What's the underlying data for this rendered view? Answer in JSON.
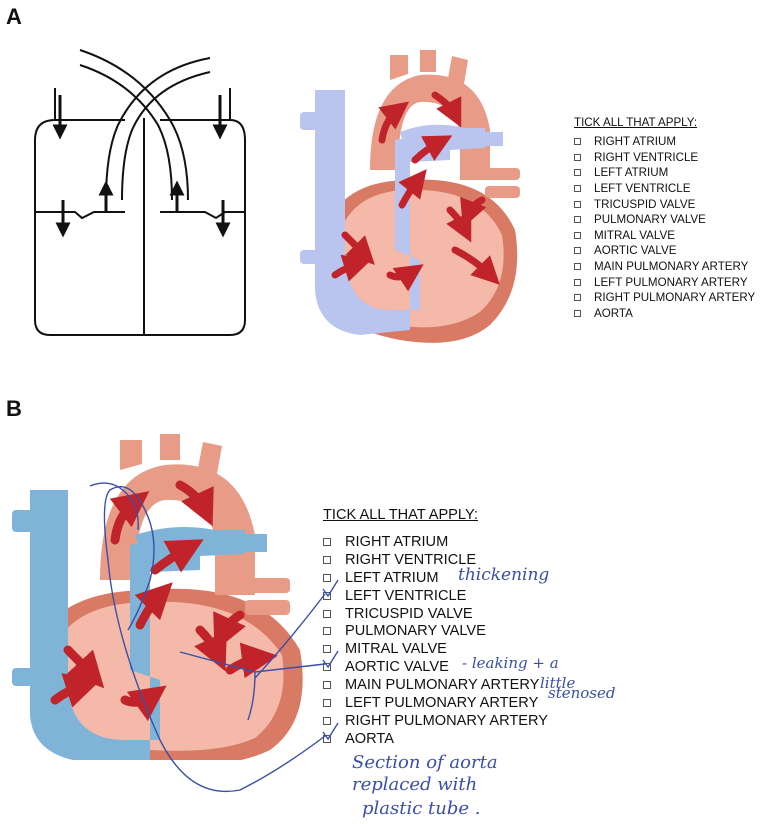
{
  "panel_labels": {
    "a": "A",
    "b": "B"
  },
  "panel_a": {
    "checklist_title": "TICK ALL THAT APPLY:",
    "items": [
      {
        "label": "RIGHT ATRIUM",
        "checked": false
      },
      {
        "label": "RIGHT VENTRICLE",
        "checked": false
      },
      {
        "label": "LEFT ATRIUM",
        "checked": false
      },
      {
        "label": "LEFT VENTRICLE",
        "checked": false
      },
      {
        "label": "TRICUSPID VALVE",
        "checked": false
      },
      {
        "label": "PULMONARY VALVE",
        "checked": false
      },
      {
        "label": "MITRAL VALVE",
        "checked": false
      },
      {
        "label": "AORTIC VALVE",
        "checked": false
      },
      {
        "label": "MAIN PULMONARY ARTERY",
        "checked": false
      },
      {
        "label": "LEFT PULMONARY ARTERY",
        "checked": false
      },
      {
        "label": "RIGHT PULMONARY ARTERY",
        "checked": false
      },
      {
        "label": "AORTA",
        "checked": false
      }
    ]
  },
  "panel_b": {
    "checklist_title": "TICK ALL THAT APPLY:",
    "items": [
      {
        "label": "RIGHT ATRIUM",
        "checked": false
      },
      {
        "label": "RIGHT VENTRICLE",
        "checked": false
      },
      {
        "label": "LEFT ATRIUM",
        "checked": false
      },
      {
        "label": "LEFT VENTRICLE",
        "checked": true
      },
      {
        "label": "TRICUSPID VALVE",
        "checked": false
      },
      {
        "label": "PULMONARY VALVE",
        "checked": false
      },
      {
        "label": "MITRAL VALVE",
        "checked": false
      },
      {
        "label": "AORTIC VALVE",
        "checked": true
      },
      {
        "label": "MAIN PULMONARY ARTERY",
        "checked": false
      },
      {
        "label": "LEFT PULMONARY ARTERY",
        "checked": false
      },
      {
        "label": "RIGHT PULMONARY ARTERY",
        "checked": false
      },
      {
        "label": "AORTA",
        "checked": true
      }
    ],
    "handwritten": {
      "note_lv": "thickening",
      "note_av_line1": "- leaking + a",
      "note_av_line2": "little",
      "note_av_line3": "stenosed",
      "note_aorta_line1": "Section of aorta",
      "note_aorta_line2": "replaced with",
      "note_aorta_line3": "plastic tube ."
    }
  },
  "colors": {
    "pink_light": "#f4b9a8",
    "pink_mid": "#e89c87",
    "pink_dark": "#d97a64",
    "blue": "#b9c5ee",
    "blue_b": "#7fb3d8",
    "arrow_red": "#c0242a",
    "ink_blue": "#3a4fa8"
  }
}
